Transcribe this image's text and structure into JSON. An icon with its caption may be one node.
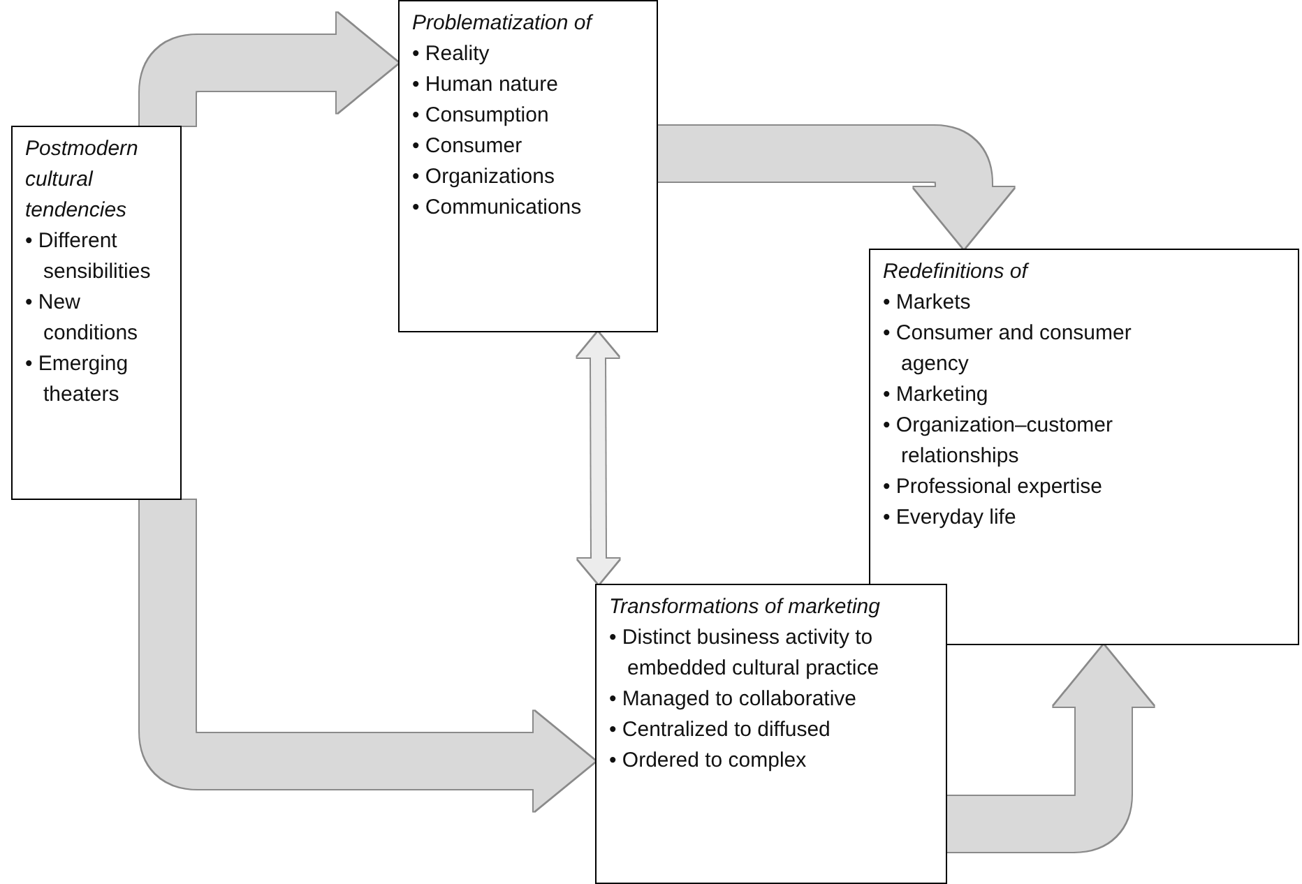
{
  "diagram": {
    "nodes": [
      {
        "text": [
          "Postmodern cultural tendencies",
          "• Different sensibilities",
          "• New conditions",
          "• Emerging theaters"
        ]
      },
      {
        "text": [
          "Problematization of",
          "• Reality",
          "• Human nature",
          "• Consumption",
          "• Consumer",
          "• Organizations",
          "• Communications"
        ]
      },
      {
        "text": [
          "Redefinitions of",
          "• Markets",
          "• Consumer and consumer agency",
          "• Marketing",
          "• Organization–customer relationships",
          "• Professional expertise",
          "• Everyday life"
        ]
      },
      {
        "text": [
          "Transformations of marketing",
          "• Distinct business activity to embedded cultural practice",
          "• Managed to collaborative",
          "• Centralized to diffused",
          "• Ordered to complex"
        ]
      }
    ],
    "edges": [
      {
        "from": 0,
        "to": 1,
        "arrow": "to"
      },
      {
        "from": 1,
        "to": 2,
        "arrow": "to"
      },
      {
        "from": 0,
        "to": 3,
        "arrow": "to"
      },
      {
        "from": 3,
        "to": 2,
        "arrow": "to"
      },
      {
        "from": 1,
        "to": 3,
        "arrow": "both"
      }
    ]
  }
}
